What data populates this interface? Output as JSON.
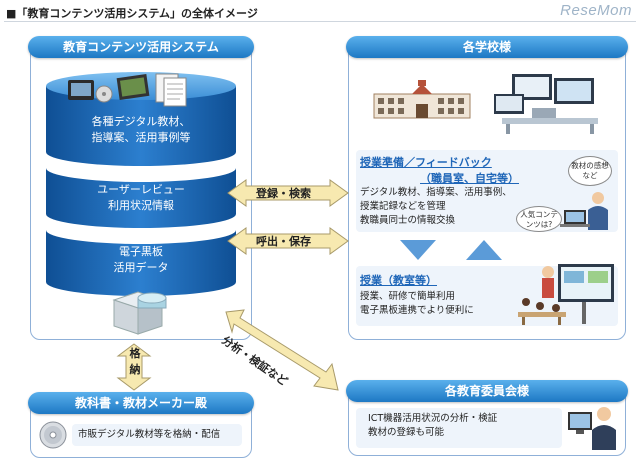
{
  "header": {
    "title": "■「教育コンテンツ活用システム」の全体イメージ",
    "logo": "ReseMom"
  },
  "system_panel": {
    "title": "教育コンテンツ活用システム",
    "layers": [
      {
        "lines": [
          "各種デジタル教材、",
          "指導案、活用事例等"
        ]
      },
      {
        "lines": [
          "ユーザーレビュー",
          "利用状況情報"
        ]
      },
      {
        "lines": [
          "電子黒板",
          "活用データ"
        ]
      }
    ]
  },
  "school_panel": {
    "title": "各学校様",
    "prep": {
      "title_line1": "授業準備／フィードバック",
      "title_line2": "（職員室、自宅等）",
      "lines": [
        "デジタル教材、指導案、活用事例、",
        "授業記録などを管理",
        "教職員同士の情報交換"
      ],
      "bubble1": "教材の感想など",
      "bubble2": "人気コンテンツは?"
    },
    "class": {
      "title": "授業（教室等）",
      "lines": [
        "授業、研修で簡単利用",
        "電子黒板連携でより便利に"
      ]
    }
  },
  "arrows": {
    "register": "登録・検索",
    "recall": "呼出・保存",
    "store": "格納",
    "analysis": "分析・検証など"
  },
  "maker_panel": {
    "title": "教科書・教材メーカー殿",
    "text": "市販デジタル教材等を格納・配信"
  },
  "board_panel": {
    "title": "各教育委員会様",
    "lines": [
      "ICT機器活用状況の分析・検証",
      "教材の登録も可能"
    ]
  },
  "colors": {
    "accent": "#1d78c4",
    "cylinder": "#1a5fa8",
    "panel_border": "#8fb0d8",
    "arrow_fill": "#f7e9b0",
    "triangle": "#5b9bd8"
  }
}
